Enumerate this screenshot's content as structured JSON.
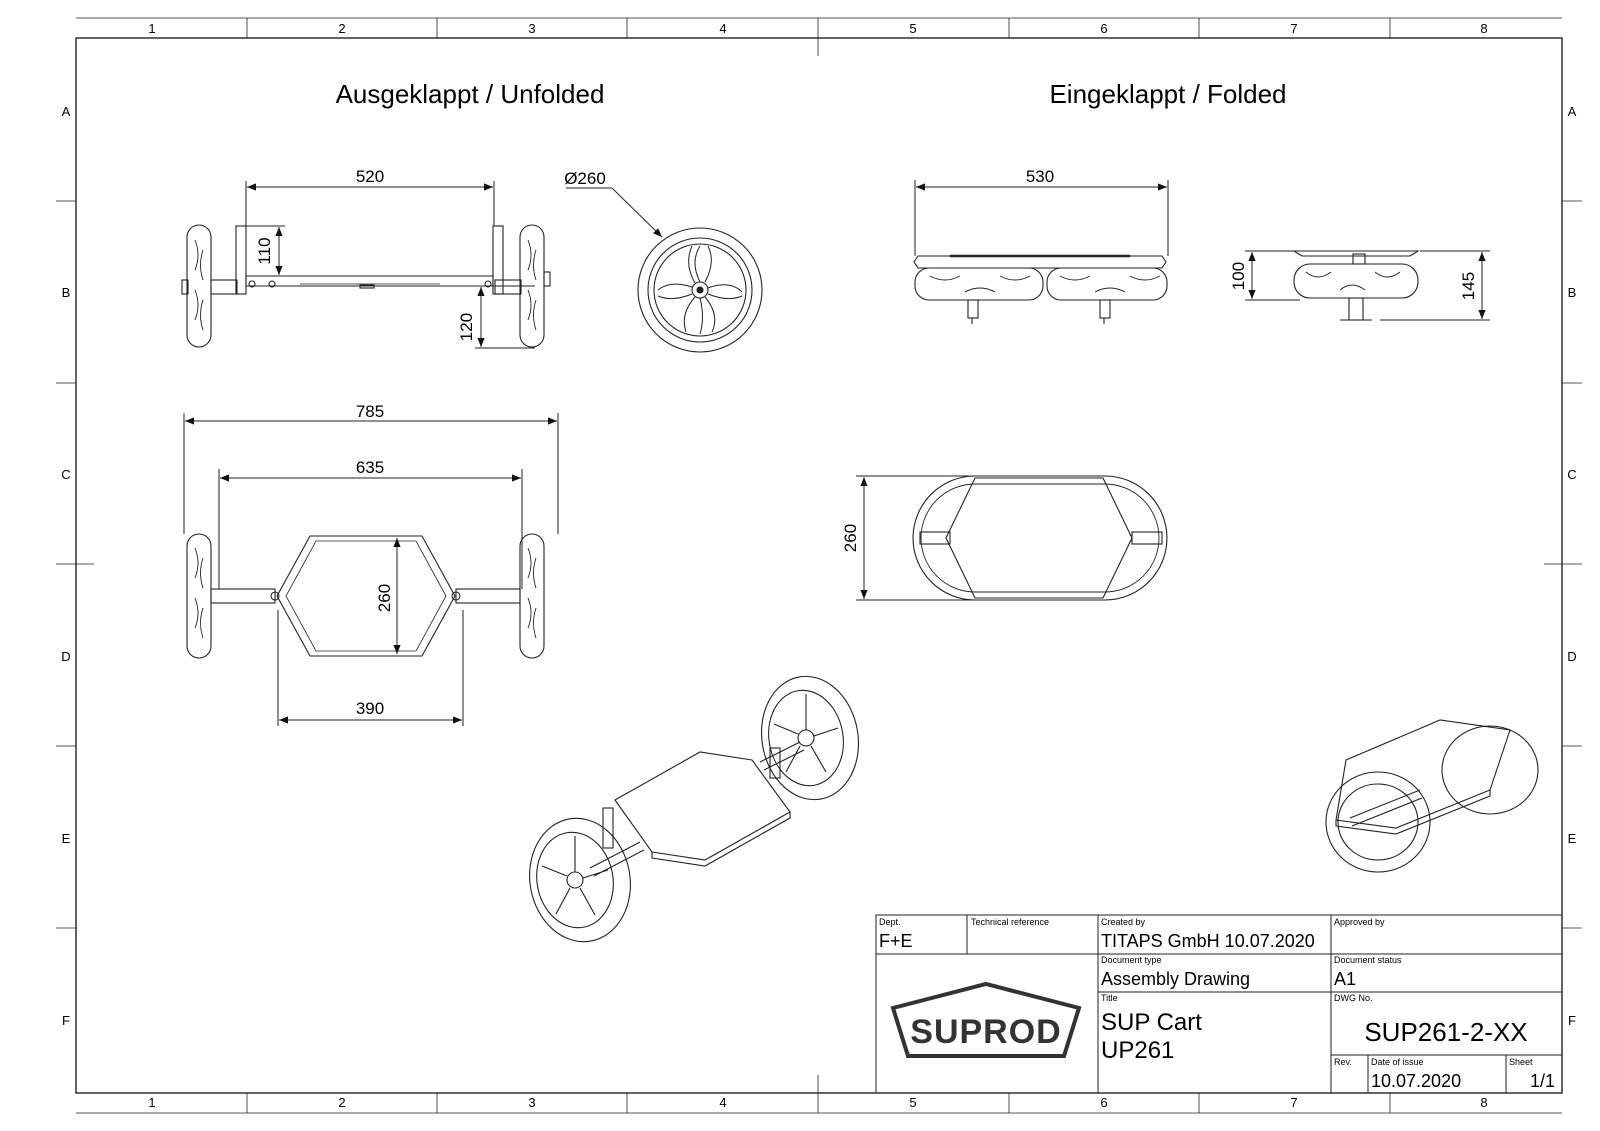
{
  "zones": {
    "columns": [
      "1",
      "2",
      "3",
      "4",
      "5",
      "6",
      "7",
      "8"
    ],
    "rows": [
      "A",
      "B",
      "C",
      "D",
      "E",
      "F"
    ]
  },
  "views": {
    "unfolded_title": "Ausgeklappt / Unfolded",
    "folded_title": "Eingeklappt / Folded"
  },
  "dimensions": {
    "unfolded_side_width": "520",
    "unfolded_side_post": "110",
    "unfolded_side_clearance": "120",
    "wheel_diameter": "Ø260",
    "unfolded_top_overall": "785",
    "unfolded_top_axle": "635",
    "unfolded_top_depth": "260",
    "unfolded_top_plate": "390",
    "folded_side_width": "530",
    "folded_end_height": "100",
    "folded_end_overall": "145",
    "folded_top_depth": "260"
  },
  "title_block": {
    "dept_label": "Dept.",
    "dept_value": "F+E",
    "tech_ref_label": "Technical reference",
    "created_label": "Created by",
    "created_value": "TITAPS GmbH  10.07.2020",
    "approved_label": "Approved by",
    "doc_type_label": "Document type",
    "doc_type_value": "Assembly Drawing",
    "doc_status_label": "Document status",
    "doc_status_value": "A1",
    "title_label": "Title",
    "title_line1": "SUP Cart",
    "title_line2": "UP261",
    "dwg_label": "DWG No.",
    "dwg_value": "SUP261-2-XX",
    "rev_label": "Rev.",
    "date_label": "Date of issue",
    "date_value": "10.07.2020",
    "sheet_label": "Sheet",
    "sheet_value": "1/1",
    "logo_text": "SUPROD"
  }
}
